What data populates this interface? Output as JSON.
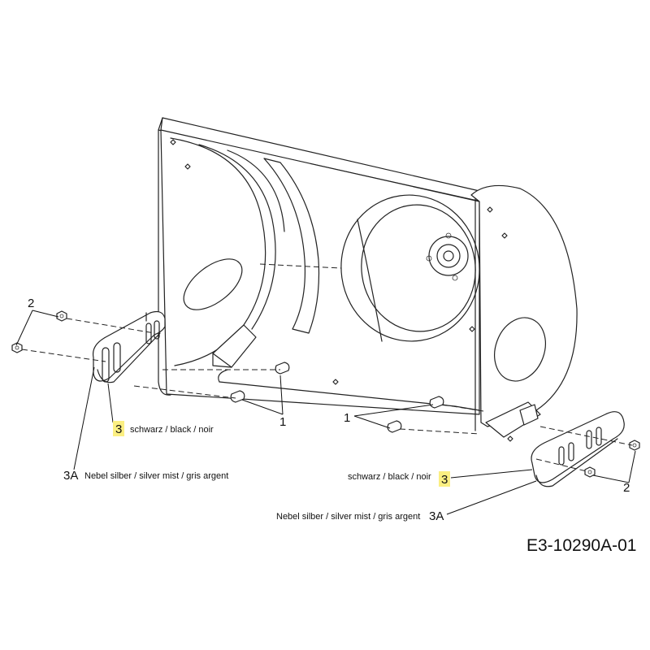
{
  "callouts": {
    "c1_left": "1",
    "c1_right": "1",
    "c2_left": "2",
    "c2_right": "2",
    "c3_left": "3",
    "c3_right": "3",
    "c3a_left": "3A",
    "c3a_right": "3A"
  },
  "descriptions": {
    "left_3": "schwarz / black / noir",
    "left_3a": "Nebel silber / silver mist / gris argent",
    "right_3": "schwarz / black / noir",
    "right_3a": "Nebel silber / silver mist / gris argent"
  },
  "drawing_code": "E3-10290A-01",
  "colors": {
    "highlight": "#fbef82",
    "line": "#222222"
  }
}
